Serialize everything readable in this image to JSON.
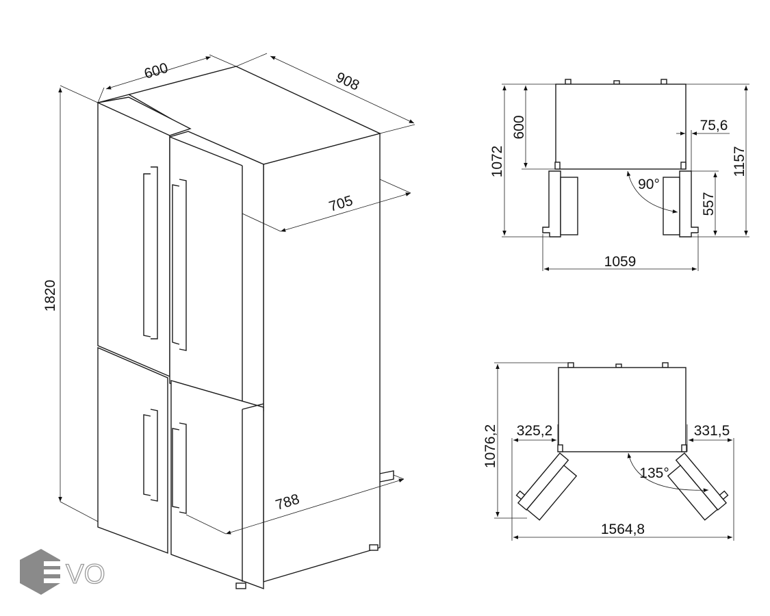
{
  "perspective_view": {
    "width": "600",
    "depth": "908",
    "depth_doors_closed": "705",
    "depth_doors_open": "788",
    "height": "1820"
  },
  "plan_90": {
    "depth_total": "1072",
    "depth_body": "600",
    "hinge_offset": "75,6",
    "depth_with_handles": "1157",
    "door_width": "557",
    "width_open": "1059",
    "angle": "90°"
  },
  "plan_135": {
    "depth_total": "1076,2",
    "left_overhang": "325,2",
    "right_overhang": "331,5",
    "width_open": "1564,8",
    "angle": "135°"
  },
  "logo": {
    "text": "EVO"
  }
}
